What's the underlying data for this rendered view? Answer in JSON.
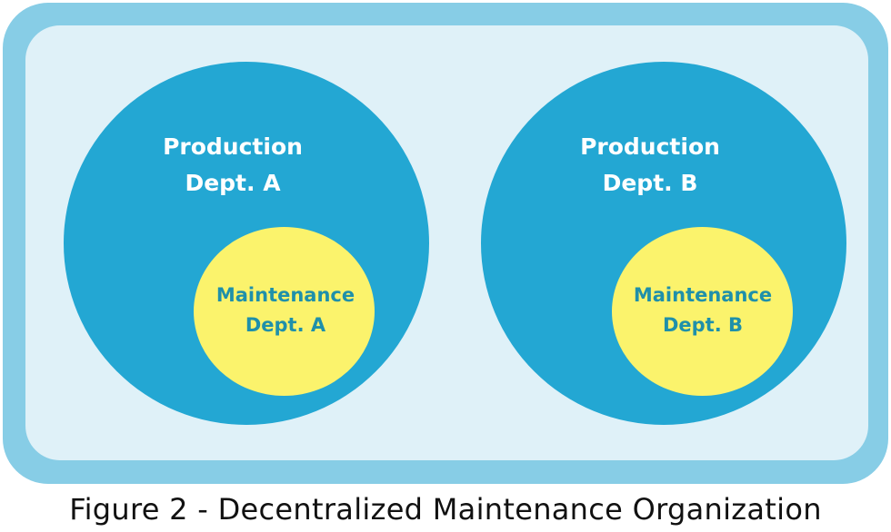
{
  "diagram": {
    "colors": {
      "outer_frame": "#87cde6",
      "inner_panel": "#dff1f8",
      "production_circle": "#23a7d3",
      "maintenance_circle": "#fbf36c",
      "production_text": "#ffffff",
      "maintenance_text": "#1f90aa"
    },
    "departments": [
      {
        "production": {
          "line1": "Production",
          "line2": "Dept. A"
        },
        "maintenance": {
          "line1": "Maintenance",
          "line2": "Dept. A"
        }
      },
      {
        "production": {
          "line1": "Production",
          "line2": "Dept. B"
        },
        "maintenance": {
          "line1": "Maintenance",
          "line2": "Dept. B"
        }
      }
    ],
    "caption": "Figure 2 - Decentralized Maintenance Organization"
  }
}
